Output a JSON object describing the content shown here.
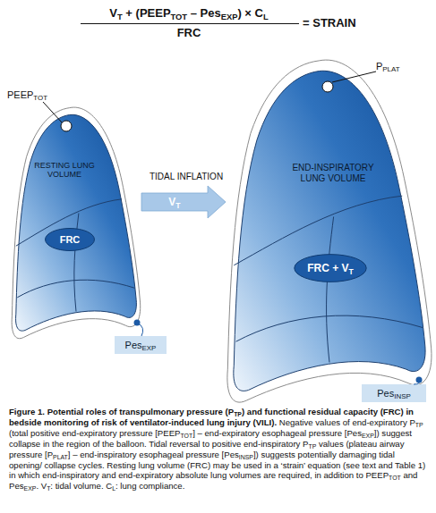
{
  "diagram": {
    "caption": "Figure 1. Potential roles of transpulmonary pressure (PTP) and functional residual capacity (FRC) in bedside monitoring of risk of ventilator-induced lung injury (VILI). Negative values of end-expiratory PTP (total positive end-expiratory pressure [PEEPTOT] – end-expiratory esophageal pressure [PesEXP]) suggest collapse in the region of the balloon. Tidal reversal to positive end-inspiratory PTP values (plateau airway pressure [PPLAT] – end-inspiratory esophageal pressure [PesINSP]) suggests potentially damaging tidal opening/ collapse cycles. Resting lung volume (FRC) may be used in a ‘strain’ equation (see text and Table 1) in which end-inspiratory and end-expiratory absolute lung volumes are required, in addition to PEEPTOT and PesEXP. VT: tidal volume. CL: lung compliance.",
    "nodes": [
      {
        "text": [
          "RESTING LUNG VOLUME"
        ]
      },
      {
        "text": [
          "FRC"
        ],
        "in": 0
      },
      {
        "text": [
          "PesEXP"
        ]
      },
      {
        "text": [
          "END-INSPIRATORY LUNG VOLUME"
        ]
      },
      {
        "text": [
          "FRC + VT"
        ],
        "in": 3
      },
      {
        "text": [
          "PesINSP"
        ]
      }
    ],
    "edges": [
      {
        "from": 0,
        "to": 3,
        "label": "VT",
        "arrow": "to"
      }
    ],
    "labels": [
      "VT + (PEEPTOT – PesEXP) × CL",
      "FRC",
      "= STRAIN",
      "PEEPTOT",
      "TIDAL INFLATION",
      "PPLAT"
    ]
  }
}
